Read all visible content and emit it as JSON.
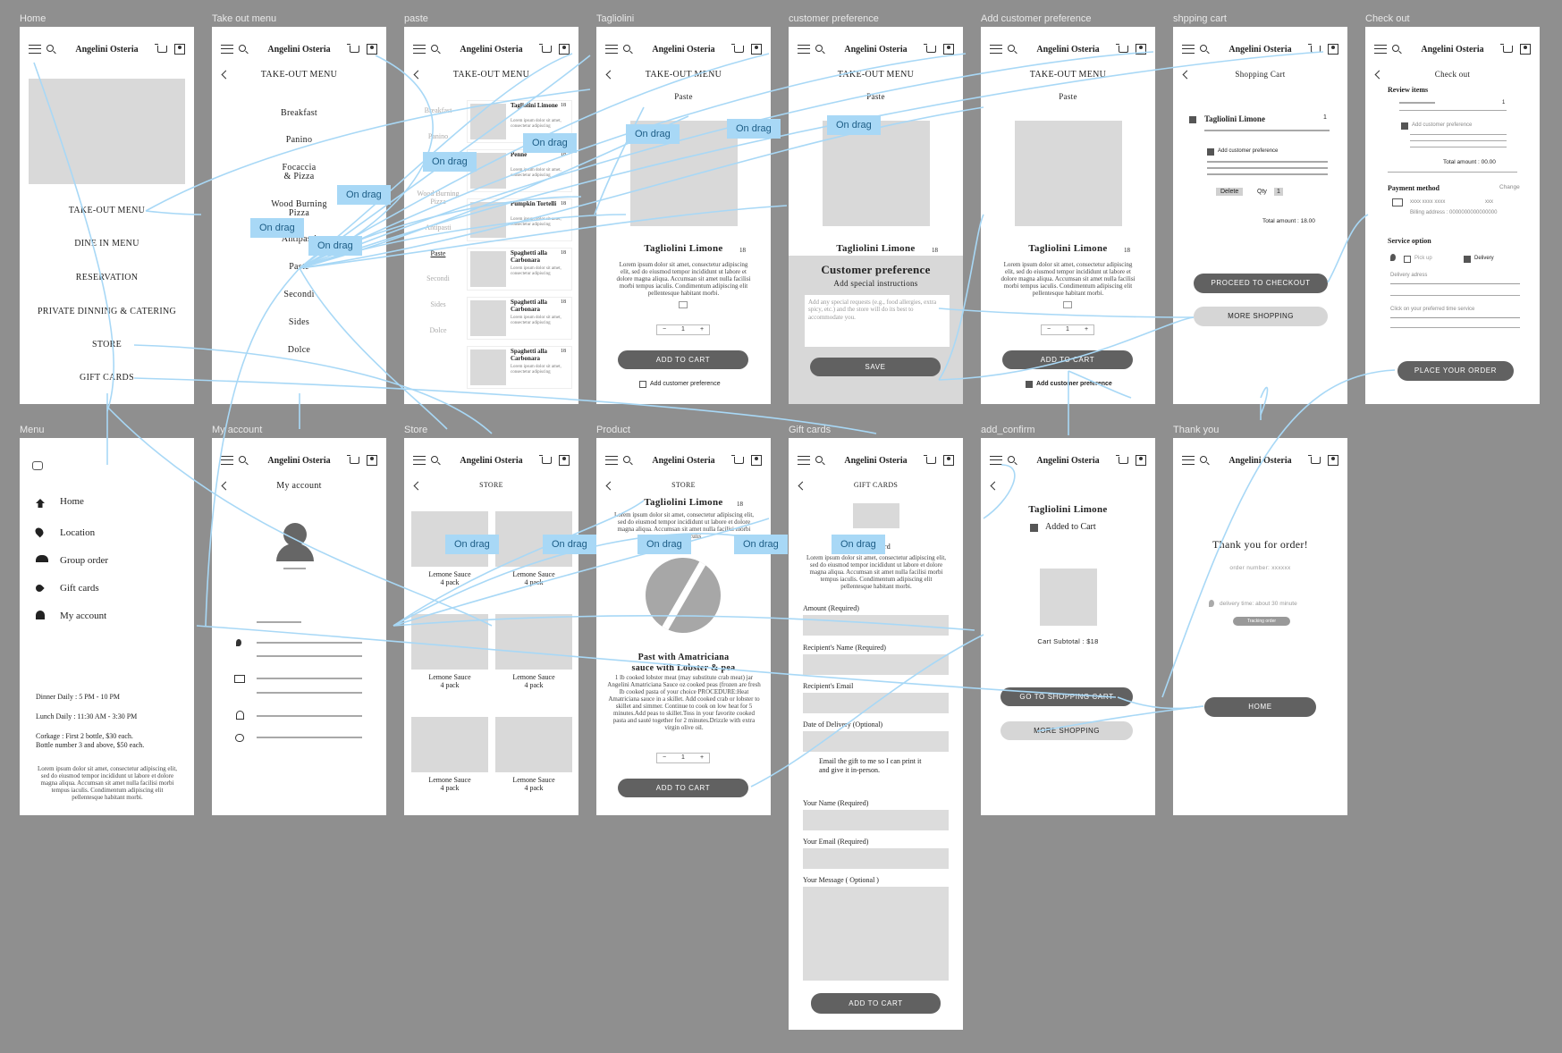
{
  "app": {
    "brand": "Angelini Osteria",
    "drag_label": "On drag",
    "accent": "#a8d8f6",
    "bg": "#8f8f8f"
  },
  "frames": {
    "home": {
      "label": "Home",
      "items": [
        "TAKE-OUT MENU",
        "DINE IN MENU",
        "RESERVATION",
        "PRIVATE DINNING & CATERING",
        "STORE",
        "GIFT CARDS"
      ]
    },
    "takeout": {
      "label": "Take out menu",
      "title": "TAKE-OUT MENU",
      "items": [
        "Breakfast",
        "Panino",
        "Focaccia",
        "& Pizza",
        "Wood Burning",
        "Pizza",
        "Antipasti",
        "Paste",
        "Secondi",
        "Sides",
        "Dolce"
      ]
    },
    "paste": {
      "label": "paste",
      "title": "TAKE-OUT MENU",
      "categories": [
        "Breakfast",
        "Panino",
        "Focaccia",
        "& Pizza",
        "Wood Burning",
        "Pizza",
        "Antipasti",
        "Paste",
        "Secondi",
        "Sides",
        "Dolce"
      ],
      "items": [
        {
          "name": "Tagliolini Limone",
          "price": "18"
        },
        {
          "name": "Penne",
          "price": "18"
        },
        {
          "name": "Pumpkin Tortelli",
          "price": "18"
        },
        {
          "name": "Spaghetti alla Carbonara",
          "price": "18"
        },
        {
          "name": "Spaghetti alla Carbonara",
          "price": "18"
        },
        {
          "name": "Spaghetti alla Carbonara",
          "price": "18"
        }
      ],
      "lorem": "Lorem ipsum dolor sit amet, consectetur adipiscing"
    },
    "tagliolini": {
      "label": "Tagliolini",
      "title": "TAKE-OUT MENU",
      "sub": "Paste",
      "name": "Tagliolini Limone",
      "price": "18",
      "desc": "Lorem ipsum dolor sit amet, consectetur adipiscing elit, sed do eiusmod tempor incididunt ut labore et dolore magna aliqua. Accumsan sit amet nulla facilisi morbi tempus iaculis. Condimentum adipiscing elit pellentesque habitant morbi.",
      "qty": "1",
      "add": "ADD TO CART",
      "pref": "Add customer preference"
    },
    "custpref": {
      "label": "customer preference",
      "title": "TAKE-OUT MENU",
      "sub": "Paste",
      "name": "Tagliolini Limone",
      "price": "18",
      "heading": "Customer preference",
      "subheading": "Add special instructions",
      "placeholder": "Add any special requests (e.g., food allergies, extra spicy, etc.) and the store will do its best to accommodate you.",
      "save": "SAVE"
    },
    "addpref": {
      "label": "Add customer preference",
      "title": "TAKE-OUT MENU",
      "sub": "Paste",
      "name": "Tagliolini Limone",
      "price": "18",
      "desc": "Lorem ipsum dolor sit amet, consectetur adipiscing elit, sed do eiusmod tempor incididunt ut labore et dolore magna aliqua. Accumsan sit amet nulla facilisi morbi tempus iaculis. Condimentum adipiscing elit pellentesque habitant morbi.",
      "qty": "1",
      "add": "ADD TO CART",
      "pref": "Add customer preference"
    },
    "cart": {
      "label": "shpping cart",
      "title": "Shopping Cart",
      "item": "Tagliolini Limone",
      "count": "1",
      "pref": "Add customer preference",
      "delete": "Delete",
      "qtylabel": "Qty",
      "qty": "1",
      "total": "Total amount : 18.00",
      "checkout": "PROCEED TO CHECKOUT",
      "more": "MORE SHOPPING"
    },
    "checkout": {
      "label": "Check out",
      "title": "Check out",
      "review": "Review items",
      "count": "1",
      "pref": "Add customer preference",
      "total": "Total amount : 00.00",
      "payment": "Payment method",
      "change": "Change",
      "card": "xxxx xxxx xxxx",
      "cvv": "xxx",
      "billing": "Billing address : 0000000000000000",
      "service": "Service option",
      "pickup": "Pick up",
      "delivery": "Delivery",
      "addr": "Delivery adress",
      "time": "Click on your preferred time service",
      "place": "PLACE YOUR ORDER"
    },
    "menu": {
      "label": "Menu",
      "items": [
        "Home",
        "Location",
        "Group order",
        "Gift cards",
        "My account"
      ],
      "hours": [
        "Dinner Daily : 5 PM - 10 PM",
        "Lunch Daily : 11:30 AM - 3:30 PM",
        "Corkage : First 2 bottle, $30 each.",
        "Bottle number 3 and above, $50 each."
      ],
      "lorem": "Lorem ipsum dolor sit amet, consectetur adipiscing elit, sed do eiusmod tempor incididunt ut labore et dolore magna aliqua. Accumsan sit amet nulla facilisi morbi tempus iaculis. Condimentum adipiscing elit pellentesque habitant morbi."
    },
    "account": {
      "label": "My account",
      "title": "My account"
    },
    "store": {
      "label": "Store",
      "title": "STORE",
      "items": [
        {
          "n1": "Lemone Sauce",
          "n2": "4 pack"
        },
        {
          "n1": "Lemone Sauce",
          "n2": "4 pack"
        },
        {
          "n1": "Lemone Sauce",
          "n2": "4 pack"
        },
        {
          "n1": "Lemone Sauce",
          "n2": "4 pack"
        },
        {
          "n1": "Lemone Sauce",
          "n2": "4 pack"
        },
        {
          "n1": "Lemone Sauce",
          "n2": "4 pack"
        }
      ]
    },
    "product": {
      "label": "Product",
      "title": "STORE",
      "name": "Tagliolini Limone",
      "price": "18",
      "desc": "Lorem ipsum dolor sit amet, consectetur adipiscing elit, sed do eiusmod tempor incididunt ut labore et dolore magna aliqua. Accumsan sit amet nulla facilisi morbi tempus iaculis.",
      "dish1": "Past with Amatriciana",
      "dish2": "sauce with Lobster & pea",
      "recipe": "1 lb cooked lobster meat (may substitute crab meat) jar Angelini Amatriciana Sauce oz cooked peas (frozen are fresh Ib cooked pasta of your choice PROCEDURE:Heat Amatriciana sauce in a skillet. Add cooked crab or lobster to skillet and simmer. Continue to cook on low heat for 5 minutes.Add peas to skillet.Toss in your favorite cooked pasta and sauté together for 2 minutes.Drizzle with extra virgin olive oil.",
      "qty": "1",
      "add": "ADD TO CART"
    },
    "gift": {
      "label": "Gift cards",
      "title": "GIFT CARDS",
      "card": "Gift Card",
      "lorem": "Lorem ipsum dolor sit amet, consectetur adipiscing elit, sed do eiusmod tempor incididunt ut labore et dolore magna aliqua. Accumsan sit amet nulla facilisi morbi tempus iaculis. Condimentum adipiscing elit pellentesque habitant morbi.",
      "amount": "Amount (Required)",
      "rname": "Recipient's Name (Required)",
      "remail": "Recipient's Email",
      "date": "Date of Delivery (Optional)",
      "printme1": "Email the gift to me so I can print it",
      "printme2": "and give it in-person.",
      "yname": "Your Name (Required)",
      "yemail": "Your Email (Required)",
      "msg": "Your Message ( Optional )",
      "add": "ADD TO CART"
    },
    "addconfirm": {
      "label": "add_confirm",
      "name": "Tagliolini Limone",
      "added": "Added to Cart",
      "subtotal": "Cart Subtotal : $18",
      "goto": "GO TO SHOPPING CART",
      "more": "MORE SHOPPING"
    },
    "thanks": {
      "label": "Thank you",
      "heading": "Thank you for order!",
      "order": "order number: xxxxxx",
      "delivery": "delivery time: about 30 minute",
      "tracking": "Tracking order",
      "home": "HOME"
    }
  }
}
